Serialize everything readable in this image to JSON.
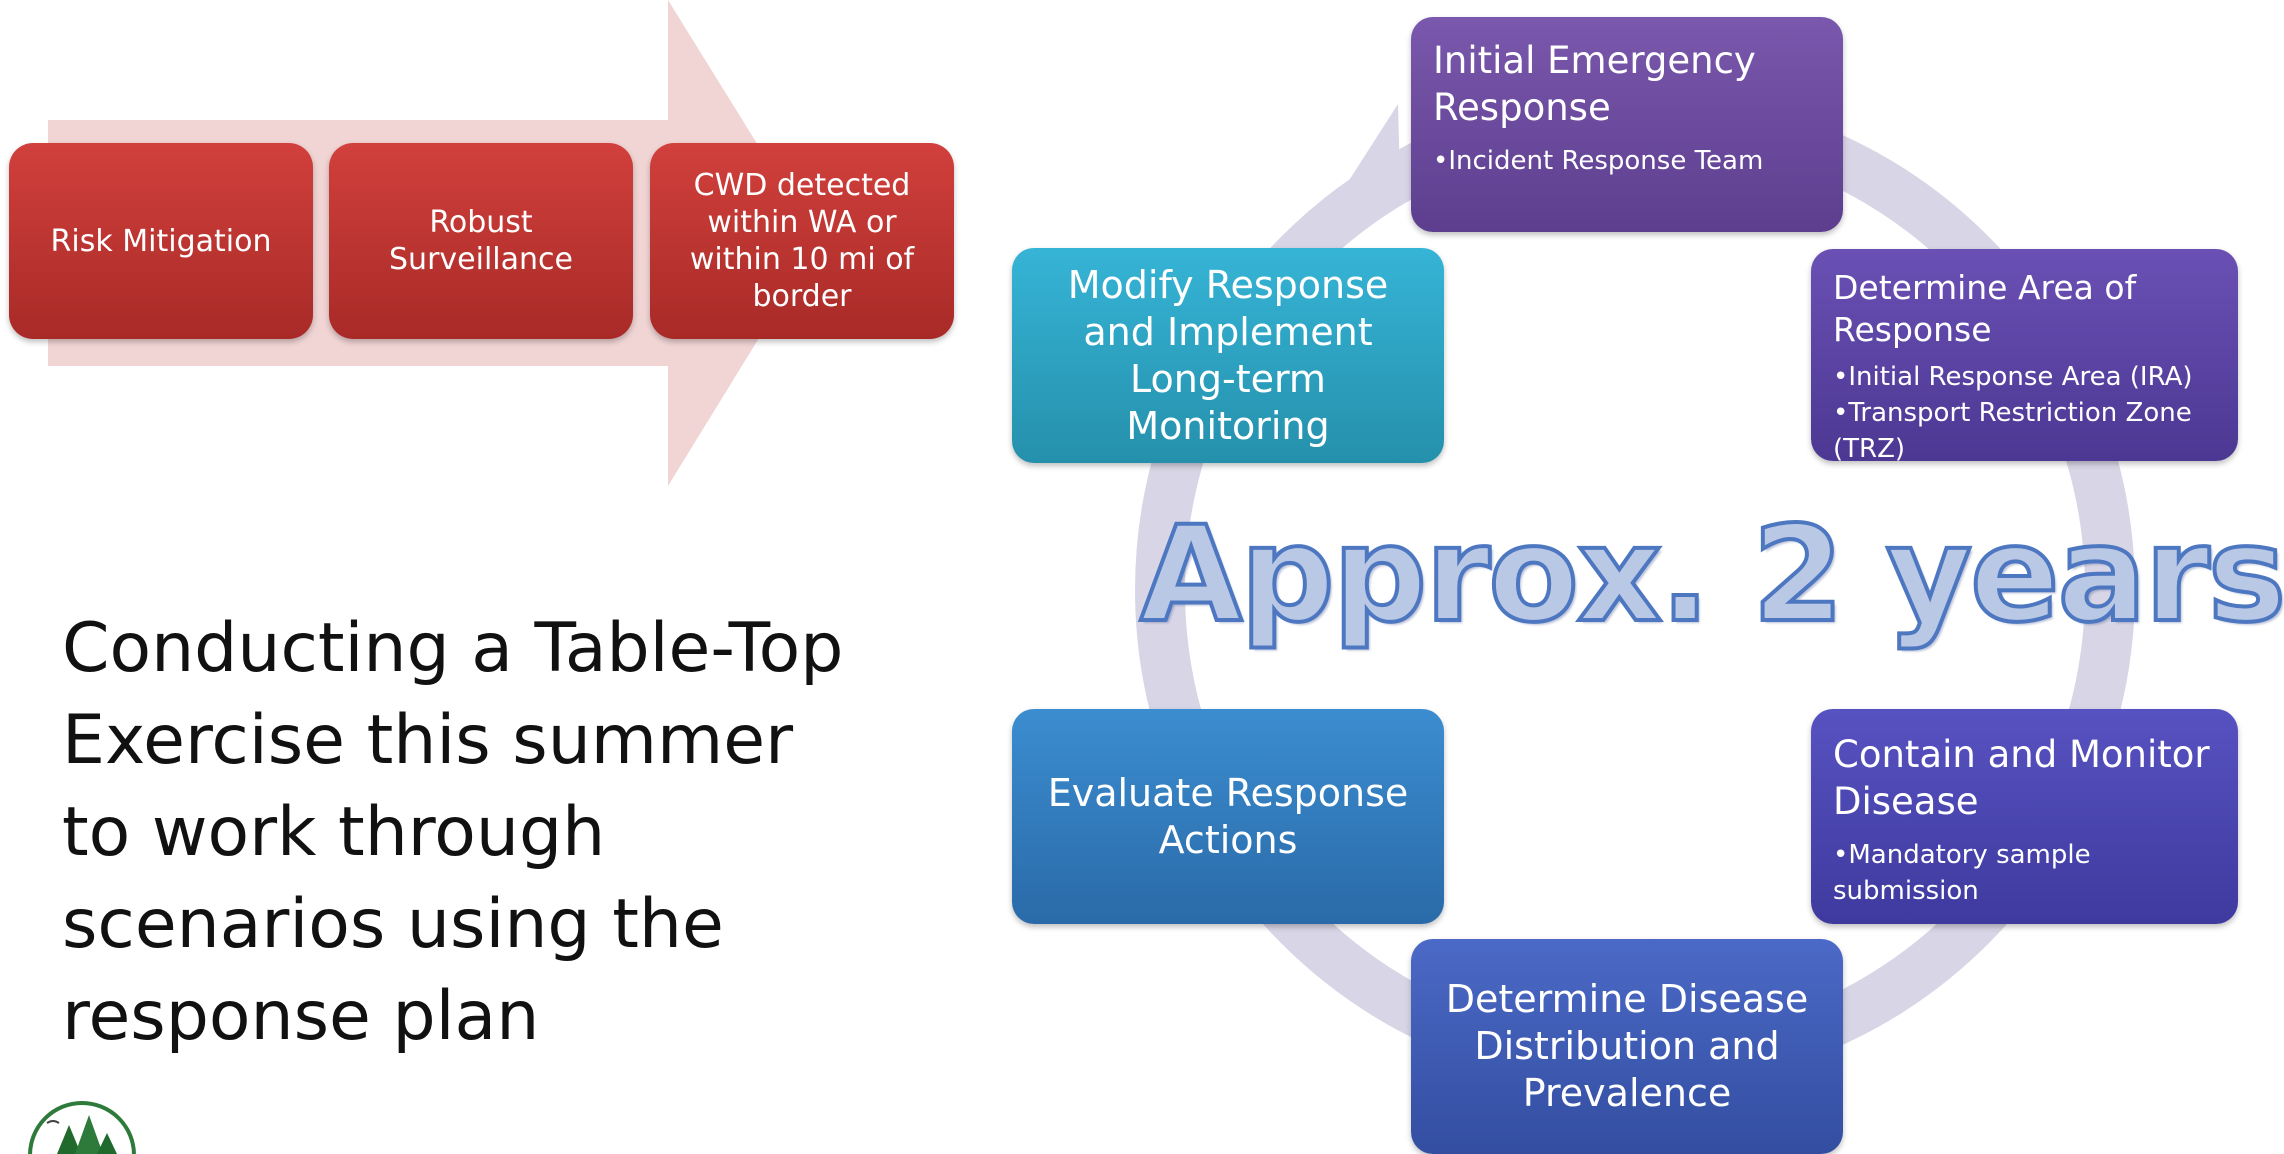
{
  "process_steps": [
    "Risk Mitigation",
    "Robust Surveillance",
    "CWD detected within WA or within 10 mi of border"
  ],
  "main_text": "Conducting a Table-Top Exercise this summer to work through scenarios using the response plan",
  "cycle_label": "Approx. 2 years",
  "cycle_steps": [
    {
      "title": "Initial Emergency Response",
      "bullets": [
        "Incident Response Team"
      ],
      "color_top": "#7a58ad",
      "color_bottom": "#5d3e8e"
    },
    {
      "title": "Determine Area of Response",
      "bullets": [
        "Initial Response Area (IRA)",
        "Transport Restriction Zone (TRZ)"
      ],
      "color_top": "#6a50b4",
      "color_bottom": "#4c3893"
    },
    {
      "title": "Contain and Monitor Disease",
      "bullets": [
        "Mandatory sample submission"
      ],
      "color_top": "#5752c1",
      "color_bottom": "#3e3a9e"
    },
    {
      "title": "Determine Disease Distribution and Prevalence",
      "bullets": [],
      "color_top": "#4b69c6",
      "color_bottom": "#334ea1"
    },
    {
      "title": "Evaluate Response Actions",
      "bullets": [],
      "color_top": "#3b8dd0",
      "color_bottom": "#2a6aa8"
    },
    {
      "title": "Modify Response and Implement Long-term Monitoring",
      "bullets": [],
      "color_top": "#36b4d6",
      "color_bottom": "#2590ac"
    }
  ],
  "colors": {
    "process_red": "#c93a36",
    "arrow_pink": "#f1d4d4",
    "cycle_ring": "#d8d6e6"
  }
}
